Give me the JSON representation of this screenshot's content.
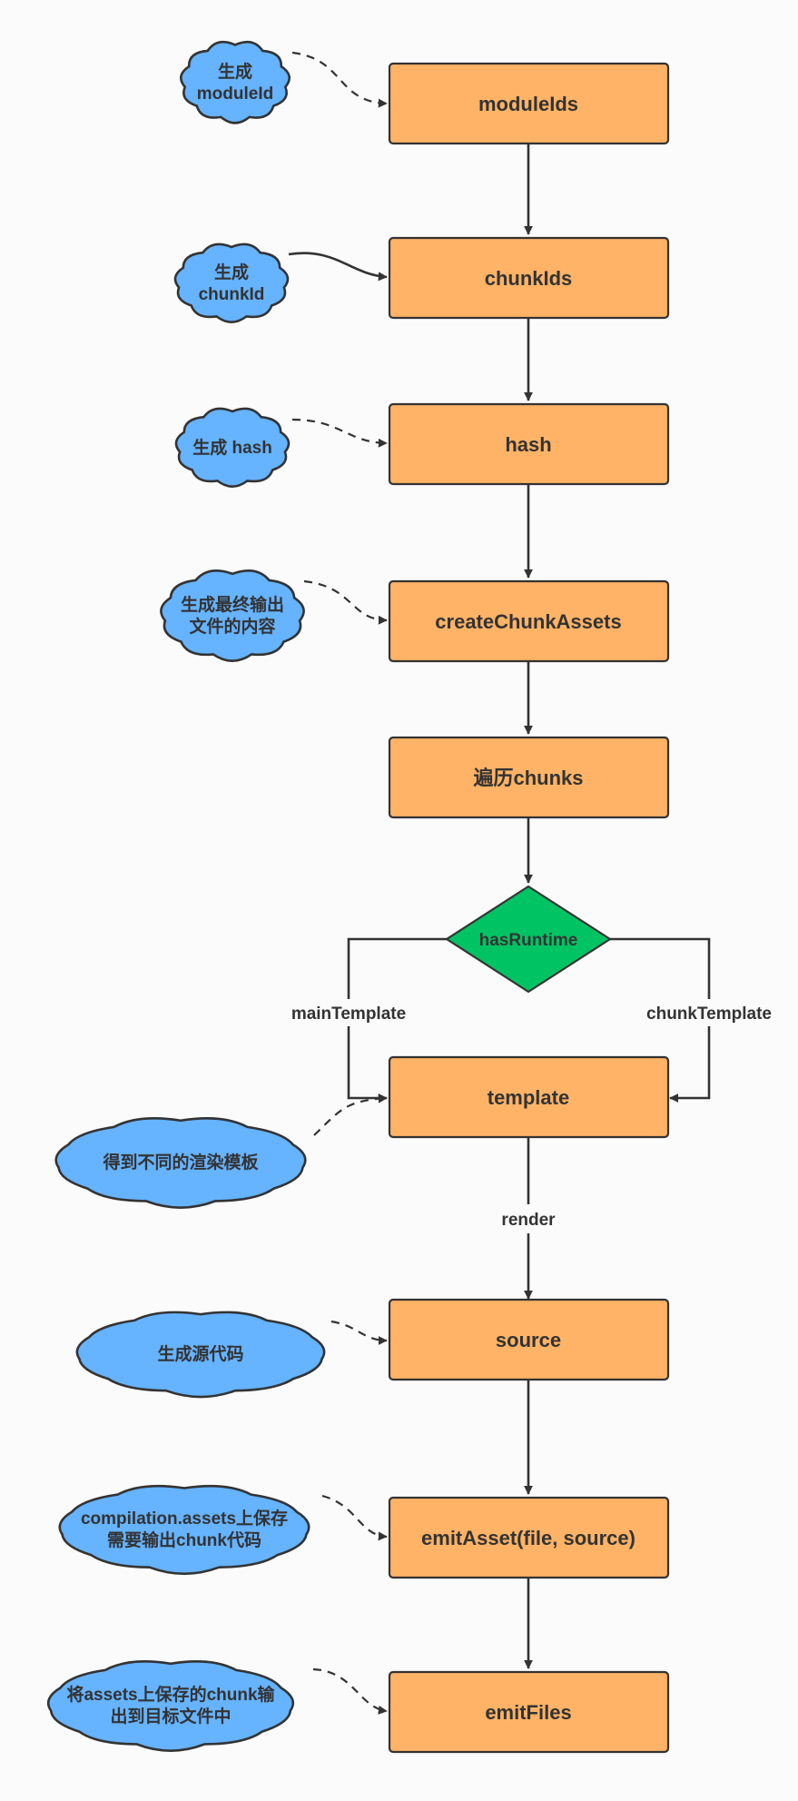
{
  "colors": {
    "process_fill": "#ffb366",
    "note_fill": "#66b3ff",
    "decision_fill": "#00c464",
    "stroke": "#333333",
    "background": "#fbfbfb"
  },
  "nodes": {
    "moduleIds": "moduleIds",
    "chunkIds": "chunkIds",
    "hash": "hash",
    "createChunkAssets": "createChunkAssets",
    "traverseChunks": "遍历chunks",
    "hasRuntime": "hasRuntime",
    "template": "template",
    "source": "source",
    "emitAsset": "emitAsset(file, source)",
    "emitFiles": "emitFiles"
  },
  "notes": {
    "moduleId": [
      "生成",
      "moduleId"
    ],
    "chunkId": [
      "生成",
      "chunkId"
    ],
    "hash": [
      "生成 hash"
    ],
    "output": [
      "生成最终输出",
      "文件的内容"
    ],
    "templates": [
      "得到不同的渲染模板"
    ],
    "source": [
      "生成源代码"
    ],
    "assets": [
      "compilation.assets上保存",
      "需要输出chunk代码"
    ],
    "emit": [
      "将assets上保存的chunk输",
      "出到目标文件中"
    ]
  },
  "edge_labels": {
    "main": "mainTemplate",
    "chunk": "chunkTemplate",
    "render": "render"
  }
}
